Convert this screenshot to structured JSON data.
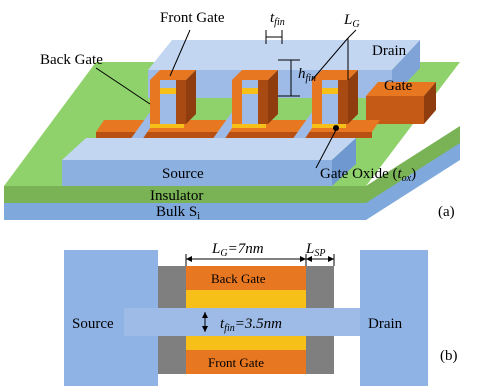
{
  "figure_a": {
    "labels": {
      "front_gate": "Front Gate",
      "back_gate": "Back Gate",
      "drain": "Drain",
      "gate": "Gate",
      "source": "Source",
      "gate_oxide": "Gate Oxide (",
      "gate_oxide_sym": "t",
      "gate_oxide_sub": "ox",
      "gate_oxide_close": ")",
      "insulator": "Insulator",
      "bulk": "Bulk S",
      "bulk_sub": "i",
      "t_fin": "t",
      "t_fin_sub": "fin",
      "h_fin": "h",
      "h_fin_sub": "fin",
      "l_g": "L",
      "l_g_sub": "G",
      "panel": "(a)"
    },
    "colors": {
      "substrate_top": "#8fd16a",
      "substrate_side": "#7ab356",
      "bulk": "#7fa8dc",
      "source_top": "#b5cdee",
      "source_front": "#8cb0e0",
      "gate_orange": "#e87722",
      "gate_dark": "#a84a12",
      "oxide": "#f6c018",
      "fin_blue": "#9dbbe6"
    }
  },
  "figure_b": {
    "labels": {
      "source": "Source",
      "drain": "Drain",
      "back_gate": "Back Gate",
      "front_gate": "Front Gate",
      "lg_value": "L",
      "lg_sub": "G",
      "lg_eq": "=7nm",
      "lsp": "L",
      "lsp_sub": "SP",
      "tfin": "t",
      "tfin_sub": "fin",
      "tfin_eq": "=3.5nm",
      "panel": "(b)"
    },
    "colors": {
      "contact_blue": "#8fb3e4",
      "spacer_gray": "#7f7f7f",
      "gate_orange": "#e87722",
      "oxide": "#f6c018"
    }
  }
}
